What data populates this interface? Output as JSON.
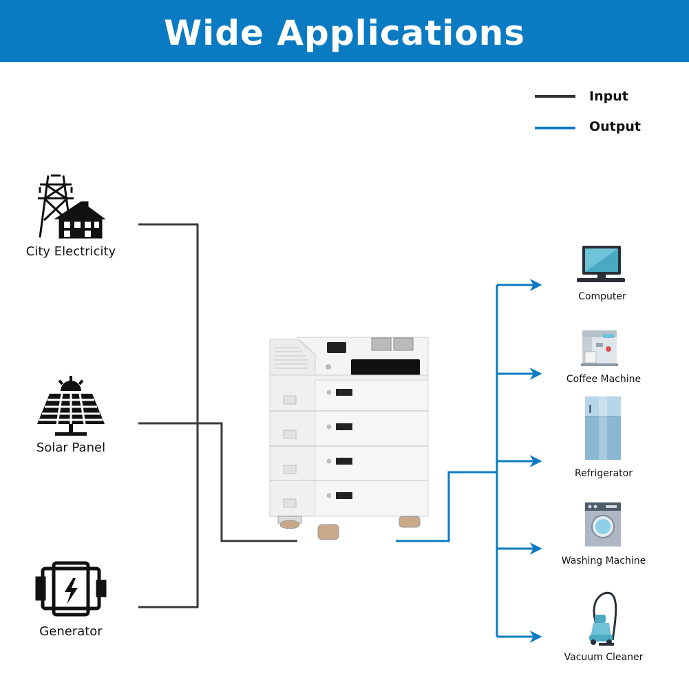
{
  "header": {
    "title": "Wide Applications"
  },
  "legend": {
    "input_label": "Input",
    "output_label": "Output",
    "input_color": "#333333",
    "output_color": "#0a7bc2"
  },
  "inputs": [
    {
      "label": "City Electricity",
      "icon": "power-tower-house-icon"
    },
    {
      "label": "Solar Panel",
      "icon": "solar-panel-icon"
    },
    {
      "label": "Generator",
      "icon": "generator-icon"
    }
  ],
  "outputs": [
    {
      "label": "Computer",
      "icon": "computer-icon"
    },
    {
      "label": "Coffee Machine",
      "icon": "coffee-machine-icon"
    },
    {
      "label": "Refrigerator",
      "icon": "refrigerator-icon"
    },
    {
      "label": "Washing Machine",
      "icon": "washing-machine-icon"
    },
    {
      "label": "Vacuum Cleaner",
      "icon": "vacuum-cleaner-icon"
    }
  ],
  "device": {
    "icon": "battery-energy-storage-unit"
  }
}
